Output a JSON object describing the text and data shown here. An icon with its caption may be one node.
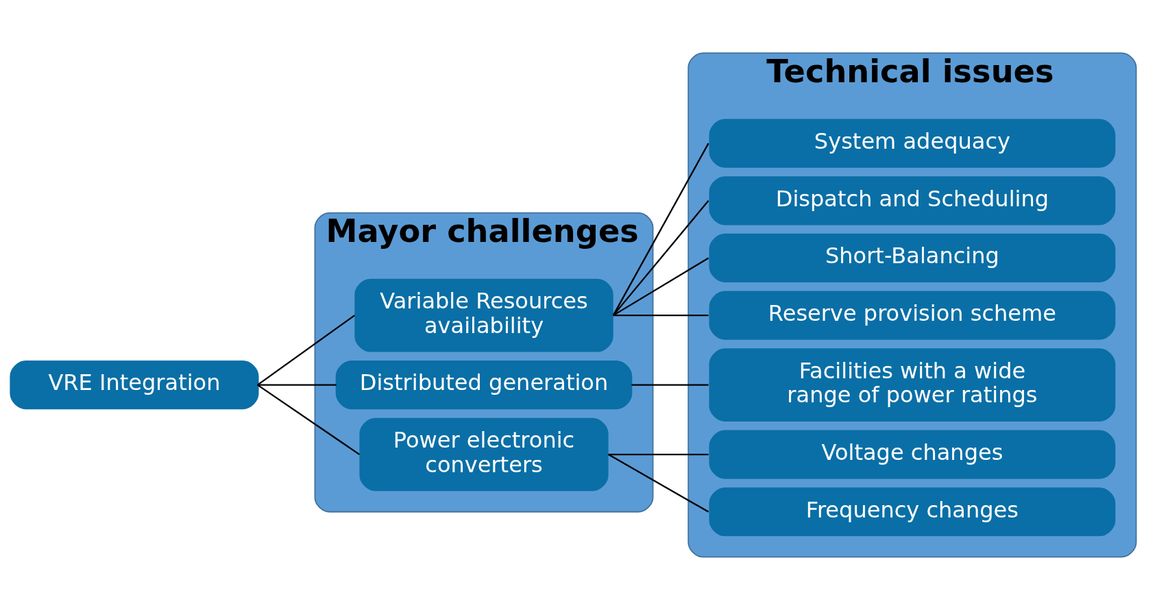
{
  "diagram": {
    "nodes": [
      {
        "text": [
          "VRE Integration"
        ]
      },
      {
        "text": [
          "Mayor challenges"
        ]
      },
      {
        "text": [
          "Variable Resources availability"
        ],
        "in": 1
      },
      {
        "text": [
          "Distributed generation"
        ],
        "in": 1
      },
      {
        "text": [
          "Power electronic converters"
        ],
        "in": 1
      },
      {
        "text": [
          "Technical issues"
        ]
      },
      {
        "text": [
          "System adequacy"
        ],
        "in": 5
      },
      {
        "text": [
          "Dispatch and Scheduling"
        ],
        "in": 5
      },
      {
        "text": [
          "Short-Balancing"
        ],
        "in": 5
      },
      {
        "text": [
          "Reserve provision scheme"
        ],
        "in": 5
      },
      {
        "text": [
          "Facilities with a wide range of power ratings"
        ],
        "in": 5
      },
      {
        "text": [
          "Voltage changes"
        ],
        "in": 5
      },
      {
        "text": [
          "Frequency changes"
        ],
        "in": 5
      }
    ],
    "edges": [
      {
        "from": 0,
        "to": 2,
        "arrow": "none"
      },
      {
        "from": 0,
        "to": 3,
        "arrow": "none"
      },
      {
        "from": 0,
        "to": 4,
        "arrow": "none"
      },
      {
        "from": 2,
        "to": 6,
        "arrow": "none"
      },
      {
        "from": 2,
        "to": 7,
        "arrow": "none"
      },
      {
        "from": 2,
        "to": 8,
        "arrow": "none"
      },
      {
        "from": 2,
        "to": 9,
        "arrow": "none"
      },
      {
        "from": 3,
        "to": 10,
        "arrow": "none"
      },
      {
        "from": 4,
        "to": 11,
        "arrow": "none"
      },
      {
        "from": 4,
        "to": 12,
        "arrow": "none"
      }
    ]
  }
}
